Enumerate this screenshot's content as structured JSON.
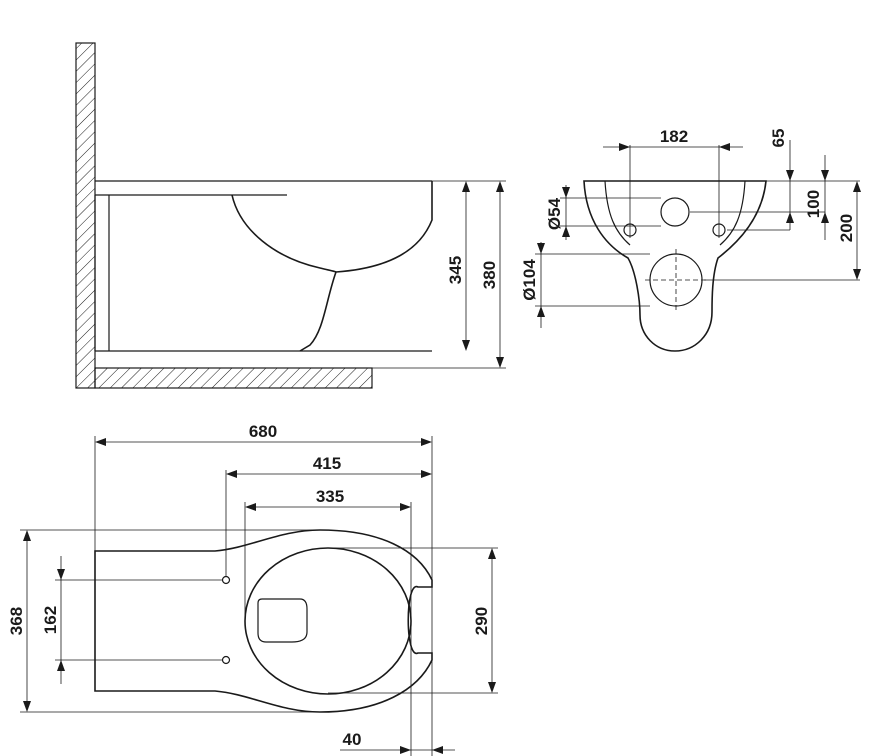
{
  "side_view": {
    "dim_345": "345",
    "dim_380": "380"
  },
  "front_view": {
    "dim_182": "182",
    "dim_65": "65",
    "dim_100": "100",
    "dim_200": "200",
    "dim_54": "Ø54",
    "dim_104": "Ø104"
  },
  "top_view": {
    "dim_680": "680",
    "dim_415": "415",
    "dim_335": "335",
    "dim_368": "368",
    "dim_162": "162",
    "dim_290": "290",
    "dim_40": "40"
  },
  "colors": {
    "line": "#1a1a1a",
    "background": "#ffffff"
  }
}
